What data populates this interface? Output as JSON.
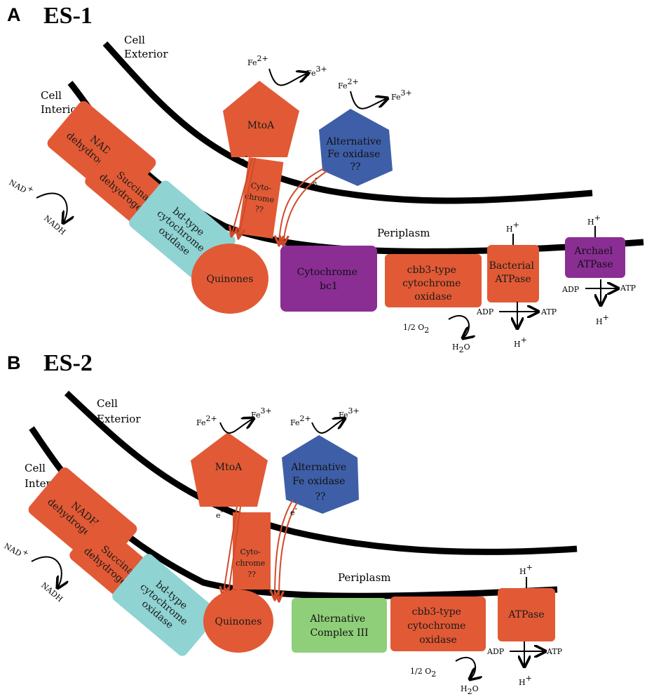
{
  "panels": [
    {
      "letter": "A",
      "title": "ES-1",
      "cell_exterior": [
        "Cell",
        "Exterior"
      ],
      "cell_interior": [
        "Cell",
        "Interior"
      ],
      "periplasm": "Periplasm",
      "proteins": {
        "nadh_dehydrogenase": [
          "NADH",
          "dehydrogenase"
        ],
        "succinate_dehydrogenase": [
          "Succinate",
          "dehydrogenase"
        ],
        "bd_oxidase": [
          "bd-type",
          "cytochrome",
          "oxidase"
        ],
        "quinones": "Quinones",
        "cytochrome_unknown": [
          "Cyto-",
          "chrome",
          "??"
        ],
        "mtoa": "MtoA",
        "alt_fe_oxidase": [
          "Alternative",
          "Fe oxidase",
          "??"
        ],
        "complex_iii": [
          "Cytochrome",
          "bc1"
        ],
        "cbb3_oxidase": [
          "cbb3-type",
          "cytochrome",
          "oxidase"
        ],
        "atpase_1": [
          "Bacterial",
          "ATPase"
        ],
        "atpase_2": [
          "Archael",
          "ATPase"
        ]
      },
      "labels": {
        "electron": "e",
        "electron_charge": "-",
        "fe2": "Fe",
        "fe2_charge": "2+",
        "fe3": "Fe",
        "fe3_charge": "3+",
        "nad": "NAD",
        "nad_charge": "+",
        "nadh": "NADH",
        "oxygen_prefix": "1/2 O",
        "oxygen_sub": "2",
        "water_prefix": "H",
        "water_sub": "2",
        "water_suffix": "O",
        "proton": "H",
        "proton_charge": "+",
        "adp": "ADP",
        "atp": "ATP"
      }
    },
    {
      "letter": "B",
      "title": "ES-2",
      "cell_exterior": [
        "Cell",
        "Exterior"
      ],
      "cell_interior": [
        "Cell",
        "Interior"
      ],
      "periplasm": "Periplasm",
      "proteins": {
        "nadh_dehydrogenase": [
          "NADH",
          "dehydrogenase"
        ],
        "succinate_dehydrogenase": [
          "Succinate",
          "dehydrogenase"
        ],
        "bd_oxidase": [
          "bd-type",
          "cytochrome",
          "oxidase"
        ],
        "quinones": "Quinones",
        "cytochrome_unknown": [
          "Cyto-",
          "chrome",
          "??"
        ],
        "mtoa": "MtoA",
        "alt_fe_oxidase": [
          "Alternative",
          "Fe oxidase",
          "??"
        ],
        "complex_iii": [
          "Alternative",
          "Complex III"
        ],
        "cbb3_oxidase": [
          "cbb3-type",
          "cytochrome",
          "oxidase"
        ],
        "atpase_1": [
          "ATPase"
        ]
      },
      "labels": {
        "electron": "e",
        "electron_charge": "-",
        "fe2": "Fe",
        "fe2_charge": "2+",
        "fe3": "Fe",
        "fe3_charge": "3+",
        "nad": "NAD",
        "nad_charge": "+",
        "nadh": "NADH",
        "oxygen_prefix": "1/2 O",
        "oxygen_sub": "2",
        "water_prefix": "H",
        "water_sub": "2",
        "water_suffix": "O",
        "proton": "H",
        "proton_charge": "+",
        "adp": "ADP",
        "atp": "ATP"
      }
    }
  ],
  "colors": {
    "dehydrogenase_orange": "#e15a35",
    "fe_oxidase_blue": "#3e5fa8",
    "bd_oxidase_teal": "#8fd3d3",
    "bc1_purple": "#8a2e94",
    "alt_complex_green": "#8fcf79",
    "membrane": "#000000"
  }
}
